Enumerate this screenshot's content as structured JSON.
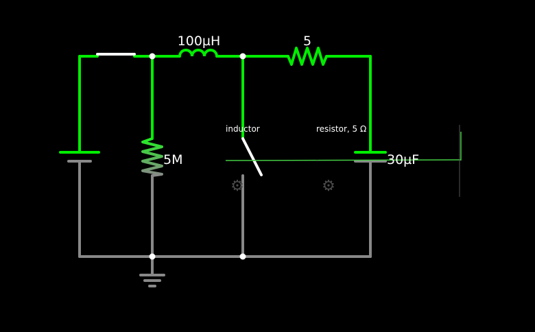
{
  "components": {
    "inductor_value": "100µH",
    "resistor_value": "5",
    "pulldown_resistor_value": "5M",
    "capacitor_value": "30µF"
  },
  "scope_labels": {
    "inductor": "inductor",
    "resistor": "resistor, 5 Ω"
  },
  "icons": {
    "gear": "⚙"
  },
  "colors": {
    "background": "#000000",
    "wire_live": "#00ee00",
    "wire_ground": "#888888",
    "switch": "#ffffff",
    "node": "#ffffff",
    "scope_trace": "#44cc44"
  }
}
